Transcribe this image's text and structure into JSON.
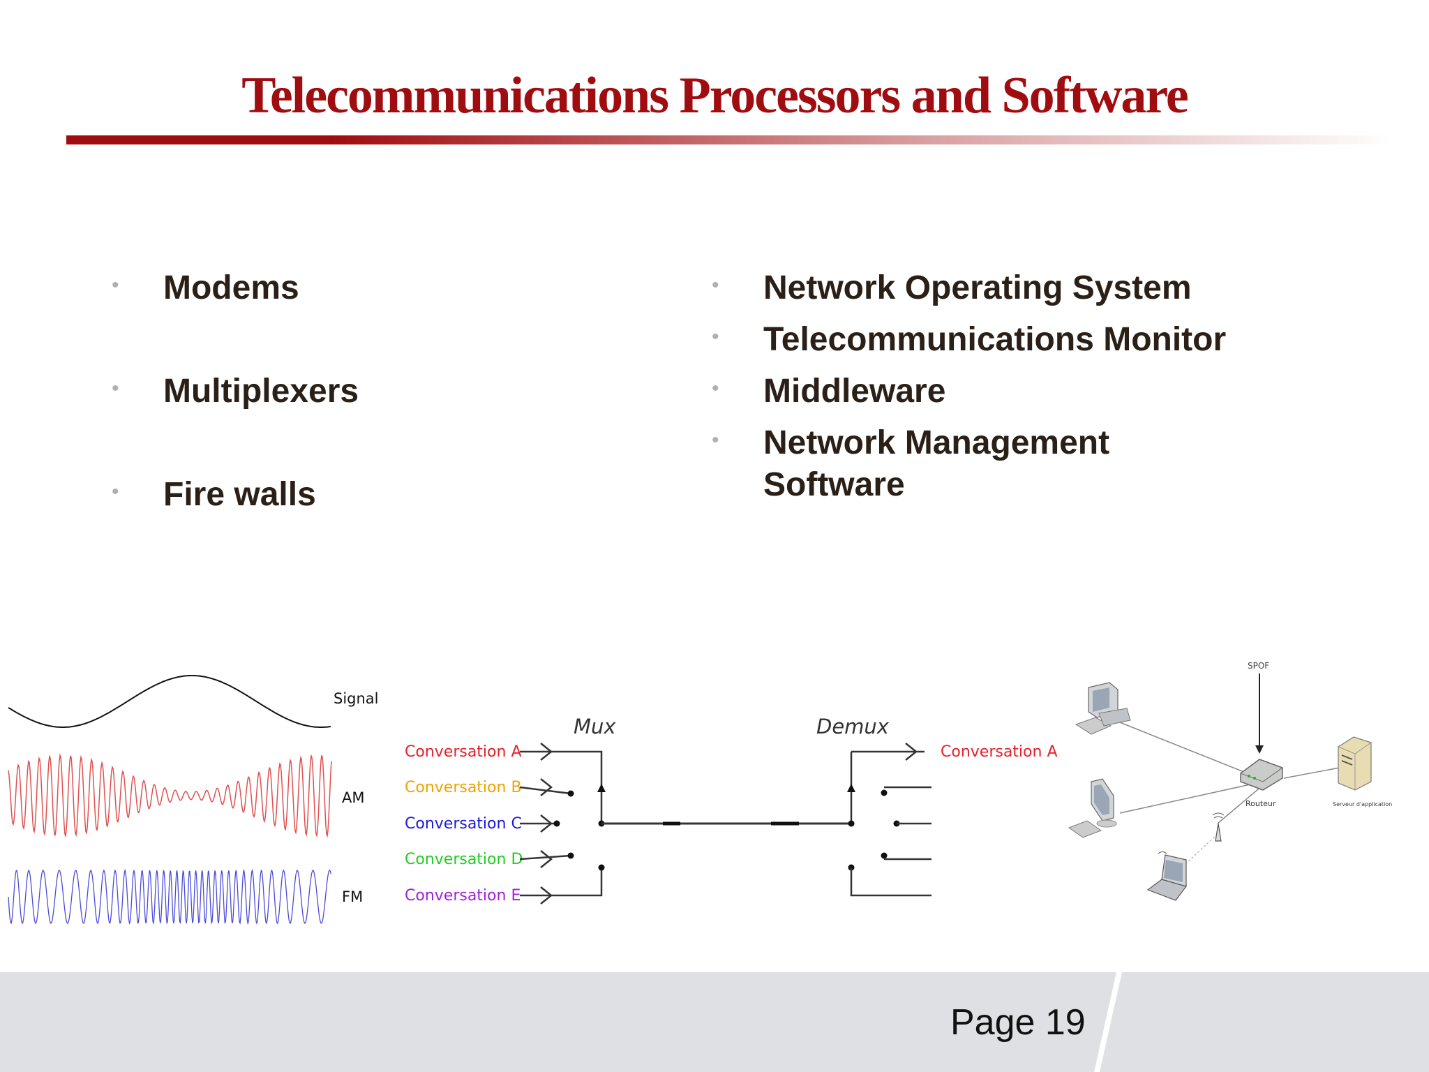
{
  "slide": {
    "title": "Telecommunications Processors and Software",
    "left_bullets": [
      "Modems",
      "Multiplexers",
      "Fire walls"
    ],
    "right_bullets": [
      "Network Operating System",
      "Telecommunications Monitor",
      "Middleware",
      "Network Management Software"
    ],
    "bullet_glyph": "•",
    "page_label": "Page 19"
  },
  "modulation_diagram": {
    "signal_label": "Signal",
    "am_label": "AM",
    "fm_label": "FM"
  },
  "mux_diagram": {
    "mux_label": "Mux",
    "demux_label": "Demux",
    "inputs": [
      {
        "label": "Conversation A",
        "color": "#e8202a"
      },
      {
        "label": "Conversation B",
        "color": "#f2a100"
      },
      {
        "label": "Conversation C",
        "color": "#1a1adc"
      },
      {
        "label": "Conversation D",
        "color": "#22cc22"
      },
      {
        "label": "Conversation E",
        "color": "#a020e0"
      }
    ],
    "output_label": "Conversation A",
    "output_color": "#e8202a"
  },
  "network_diagram": {
    "spof_label": "SPOF",
    "router_label": "Routeur",
    "server_label": "Serveur d'application"
  },
  "colors": {
    "title": "#a00d10",
    "text": "#2a2017",
    "footer": "#dfe0e3"
  }
}
